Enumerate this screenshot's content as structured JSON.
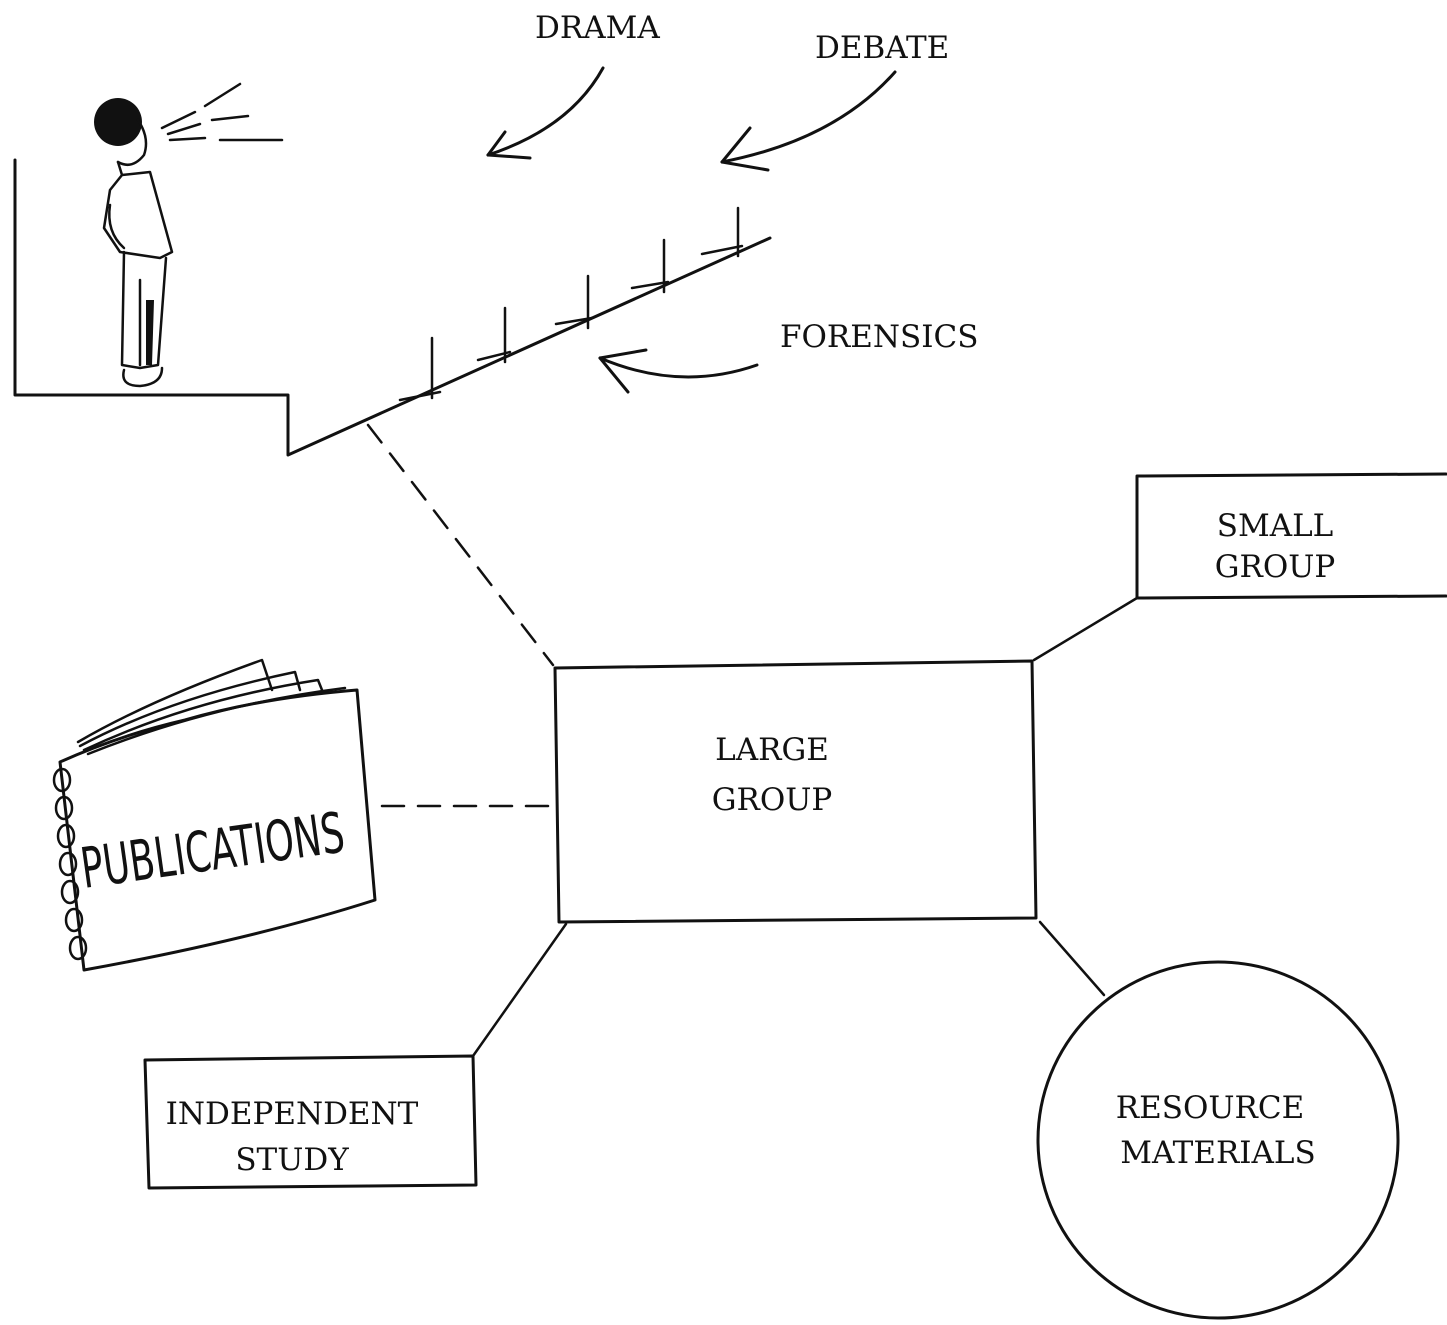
{
  "activities": {
    "drama": "DRAMA",
    "debate": "DEBATE",
    "forensics": "FORENSICS"
  },
  "nodes": {
    "large_group": [
      "LARGE",
      "GROUP"
    ],
    "small_group": [
      "SMALL",
      "GROUP"
    ],
    "independent_study": [
      "INDEPENDENT",
      "STUDY"
    ],
    "resource_materials": [
      "RESOURCE",
      "MATERIALS"
    ]
  },
  "publications": {
    "cover_text": "PUBLICATIONS"
  },
  "icons": {
    "speaker": "student-speaking-icon",
    "book": "spiral-notebook-icon",
    "stairs": "staircase-icon"
  },
  "colors": {
    "ink": "#111111",
    "paper": "#ffffff"
  }
}
